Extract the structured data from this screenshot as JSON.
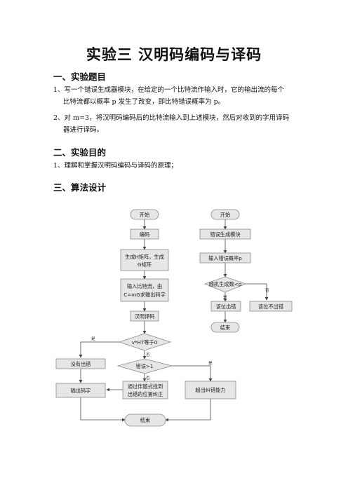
{
  "doc": {
    "title": "实验三  汉明码编码与译码",
    "sec1": "一、实验题目",
    "item1a": "1、写一个错误生成器模块，在给定的一个比特流作输入时，它的输出流的每个",
    "item1b": "比特流都以概率 p 发生了改变，即比特错误概率为 p。",
    "item2a": "2、对 m=3，将汉明码编码后的比特流输入到上述模块，然后对收到的字用译码",
    "item2b": "器进行译码。",
    "sec2": "二、实验目的",
    "item3": "1、理解和掌握汉明码编码与译码的原理；",
    "sec3": "三、算法设计"
  },
  "flow": {
    "start1": "开始",
    "encode": "编码",
    "genH1": "生成H矩阵，生成",
    "genH2": "G矩阵",
    "input1": "输入比特流，由",
    "input2": "C=mG求输出码字",
    "decode": "汉明译码",
    "cond1": "v*HT等于0",
    "yes": "是",
    "no": "否",
    "noErr": "没有出错",
    "cond2": "错误>1",
    "outCode": "输出码字",
    "fix1": "通过伴随式找到",
    "fix2": "出错的位置纠正",
    "beyond": "超出纠错能力",
    "end1": "结束",
    "start2": "开始",
    "errGen": "错误生成模块",
    "inputP": "输入错误概率p",
    "cond3": "随机生成数<p",
    "bitErr": "该位出错",
    "bitOk": "该位不出错",
    "end2": "结束"
  }
}
